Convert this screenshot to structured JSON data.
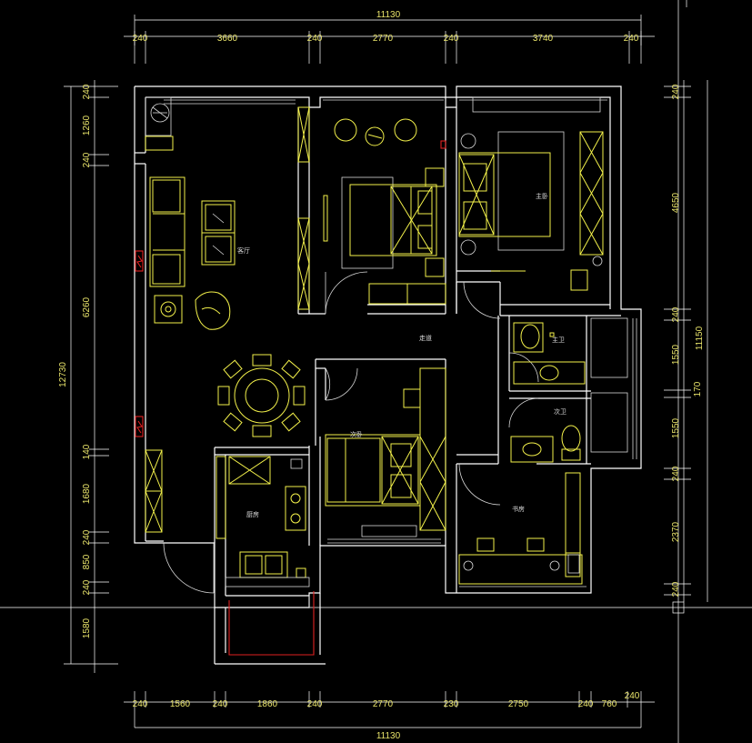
{
  "drawing": {
    "overall_width_top": "11130",
    "overall_width_bottom": "11130",
    "top_segments": [
      "240",
      "3660",
      "240",
      "2770",
      "240",
      "3740",
      "240"
    ],
    "bottom_segments": [
      "240",
      "1560",
      "240",
      "1860",
      "240",
      "2770",
      "230",
      "2750",
      "240",
      "760",
      "240"
    ],
    "left_overall": "12730",
    "left_segments": [
      "240",
      "1260",
      "240",
      "6260",
      "140",
      "1680",
      "240",
      "850",
      "240",
      "1580"
    ],
    "right_overall": "11150",
    "right_segments": [
      "240",
      "4650",
      "240",
      "1550",
      "170",
      "1550",
      "240",
      "2370",
      "240"
    ]
  },
  "rooms": {
    "living": "客厅",
    "corridor": "走道",
    "master_bedroom": "主卧",
    "master_bath": "主卫",
    "second_bath": "次卫",
    "second_bedroom": "次卧",
    "kitchen": "厨房",
    "study": "书房"
  },
  "colors": {
    "background": "#000000",
    "dimension_text": "#e8e36a",
    "wall_lines": "#ffffff",
    "furniture": "#f2f04a",
    "electrical_panel": "#e02020"
  }
}
